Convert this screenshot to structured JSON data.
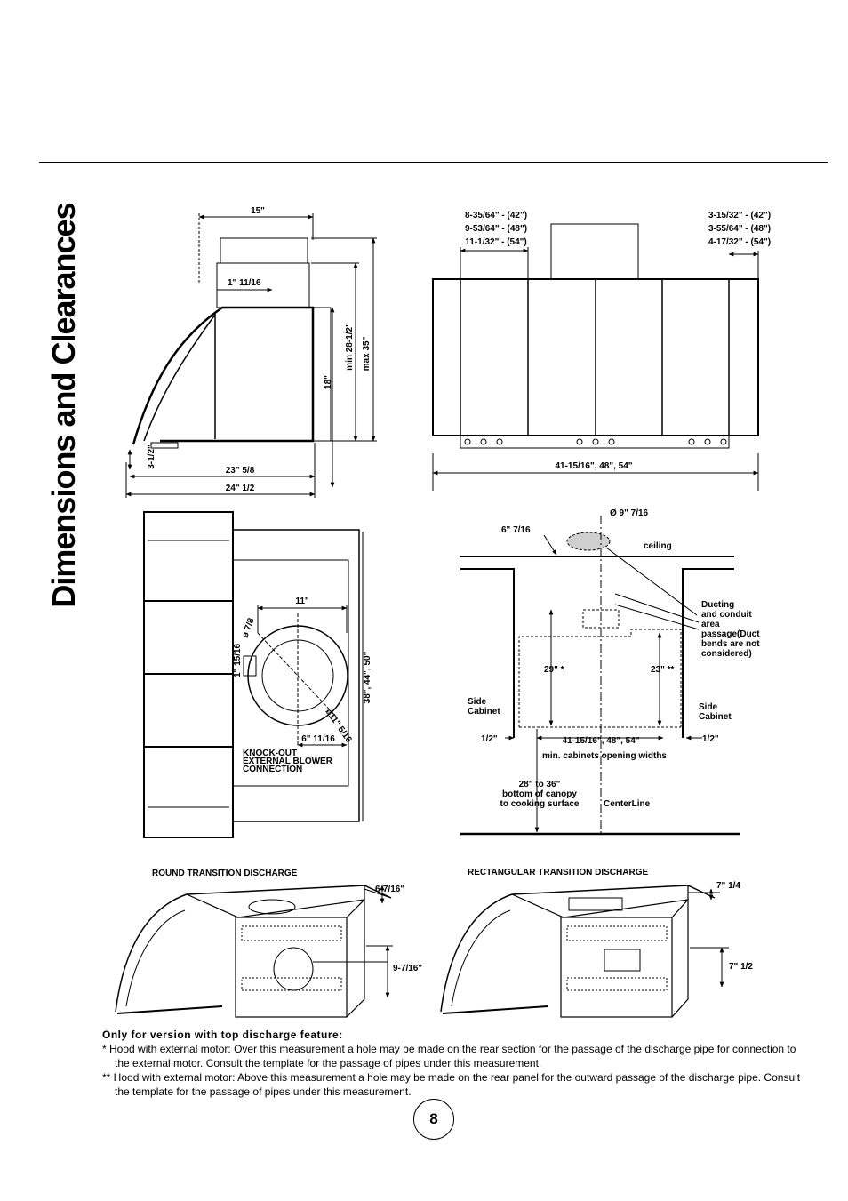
{
  "page": {
    "title": "Dimensions and Clearances",
    "page_number": "8"
  },
  "side_view": {
    "top_width": "15\"",
    "offset": "1\" 11/16",
    "height": "18\"",
    "chimney_min": "min 28-1/2\"",
    "chimney_max": "max 35\"",
    "lip": "3-1/2\"",
    "depth_inner": "23\" 5/8",
    "depth_outer": "24\" 1/2"
  },
  "front_view": {
    "left_offsets": [
      "8-35/64\" - (42\")",
      "9-53/64\" - (48\")",
      "11-1/32\" - (54\")"
    ],
    "right_offsets": [
      "3-15/32\" - (42\")",
      "3-55/64\" - (48\")",
      "4-17/32\" - (54\")"
    ],
    "width": "41-15/16\", 48\", 54\""
  },
  "top_view": {
    "width_11": "11\"",
    "diameter_a": "ø 7/8",
    "offset_a": "1\" 15/16",
    "diameter_b": "ø11\" 5/16",
    "offset_b": "6\" 11/16",
    "length": "38\", 44\", 50\"",
    "knockout": [
      "KNOCK-OUT",
      "EXTERNAL BLOWER",
      "CONNECTION"
    ]
  },
  "clearance": {
    "duct_diameter": "Ø 9\" 7/16",
    "offset": "6\" 7/16",
    "ceiling": "ceiling",
    "ducting": [
      "Ducting",
      "and conduit",
      "area",
      "passage(Duct",
      "bends are not",
      "considered)"
    ],
    "h29": "29\" *",
    "h23": "23\" **",
    "side_cabinet_left": [
      "Side",
      "Cabinet"
    ],
    "side_cabinet_right": [
      "Side",
      "Cabinet"
    ],
    "half_left": "1/2\"",
    "half_right": "1/2\"",
    "opening": "41-15/16\", 48\", 54\"",
    "opening_caption": "min. cabinets opening widths",
    "cooking": [
      "28\" to 36\"",
      "bottom of canopy",
      "to cooking surface"
    ],
    "centerline": "CenterLine"
  },
  "round_discharge": {
    "label": "ROUND TRANSITION DISCHARGE",
    "d1": "6-7/16\"",
    "d2": "9-7/16\""
  },
  "rect_discharge": {
    "label": "RECTANGULAR TRANSITION DISCHARGE",
    "d1": "7\" 1/4",
    "d2": "7\" 1/2"
  },
  "notes": {
    "heading": "Only for version with top discharge feature:",
    "items": [
      "* Hood with external motor: Over this measurement a hole may be made on the rear section for the passage of the discharge pipe for connection to the external motor. Consult the template for the passage of pipes under this measurement.",
      "** Hood with external motor: Above this measurement a hole may be made on the rear panel for the outward passage of the discharge pipe. Consult the template for the passage of pipes under this measurement."
    ]
  }
}
